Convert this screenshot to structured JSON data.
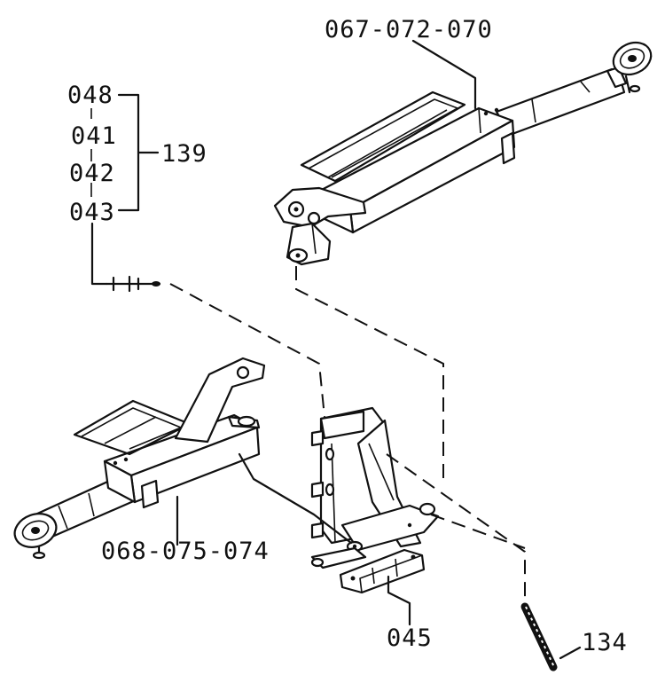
{
  "labels": {
    "top_assembly": "067-072-070",
    "bracket_item_1": "048",
    "bracket_item_2": "041",
    "bracket_item_3": "042",
    "bracket_item_4": "043",
    "bracket_group": "139",
    "bottom_assembly": "068-075-074",
    "base_plate": "045",
    "pin": "134"
  }
}
